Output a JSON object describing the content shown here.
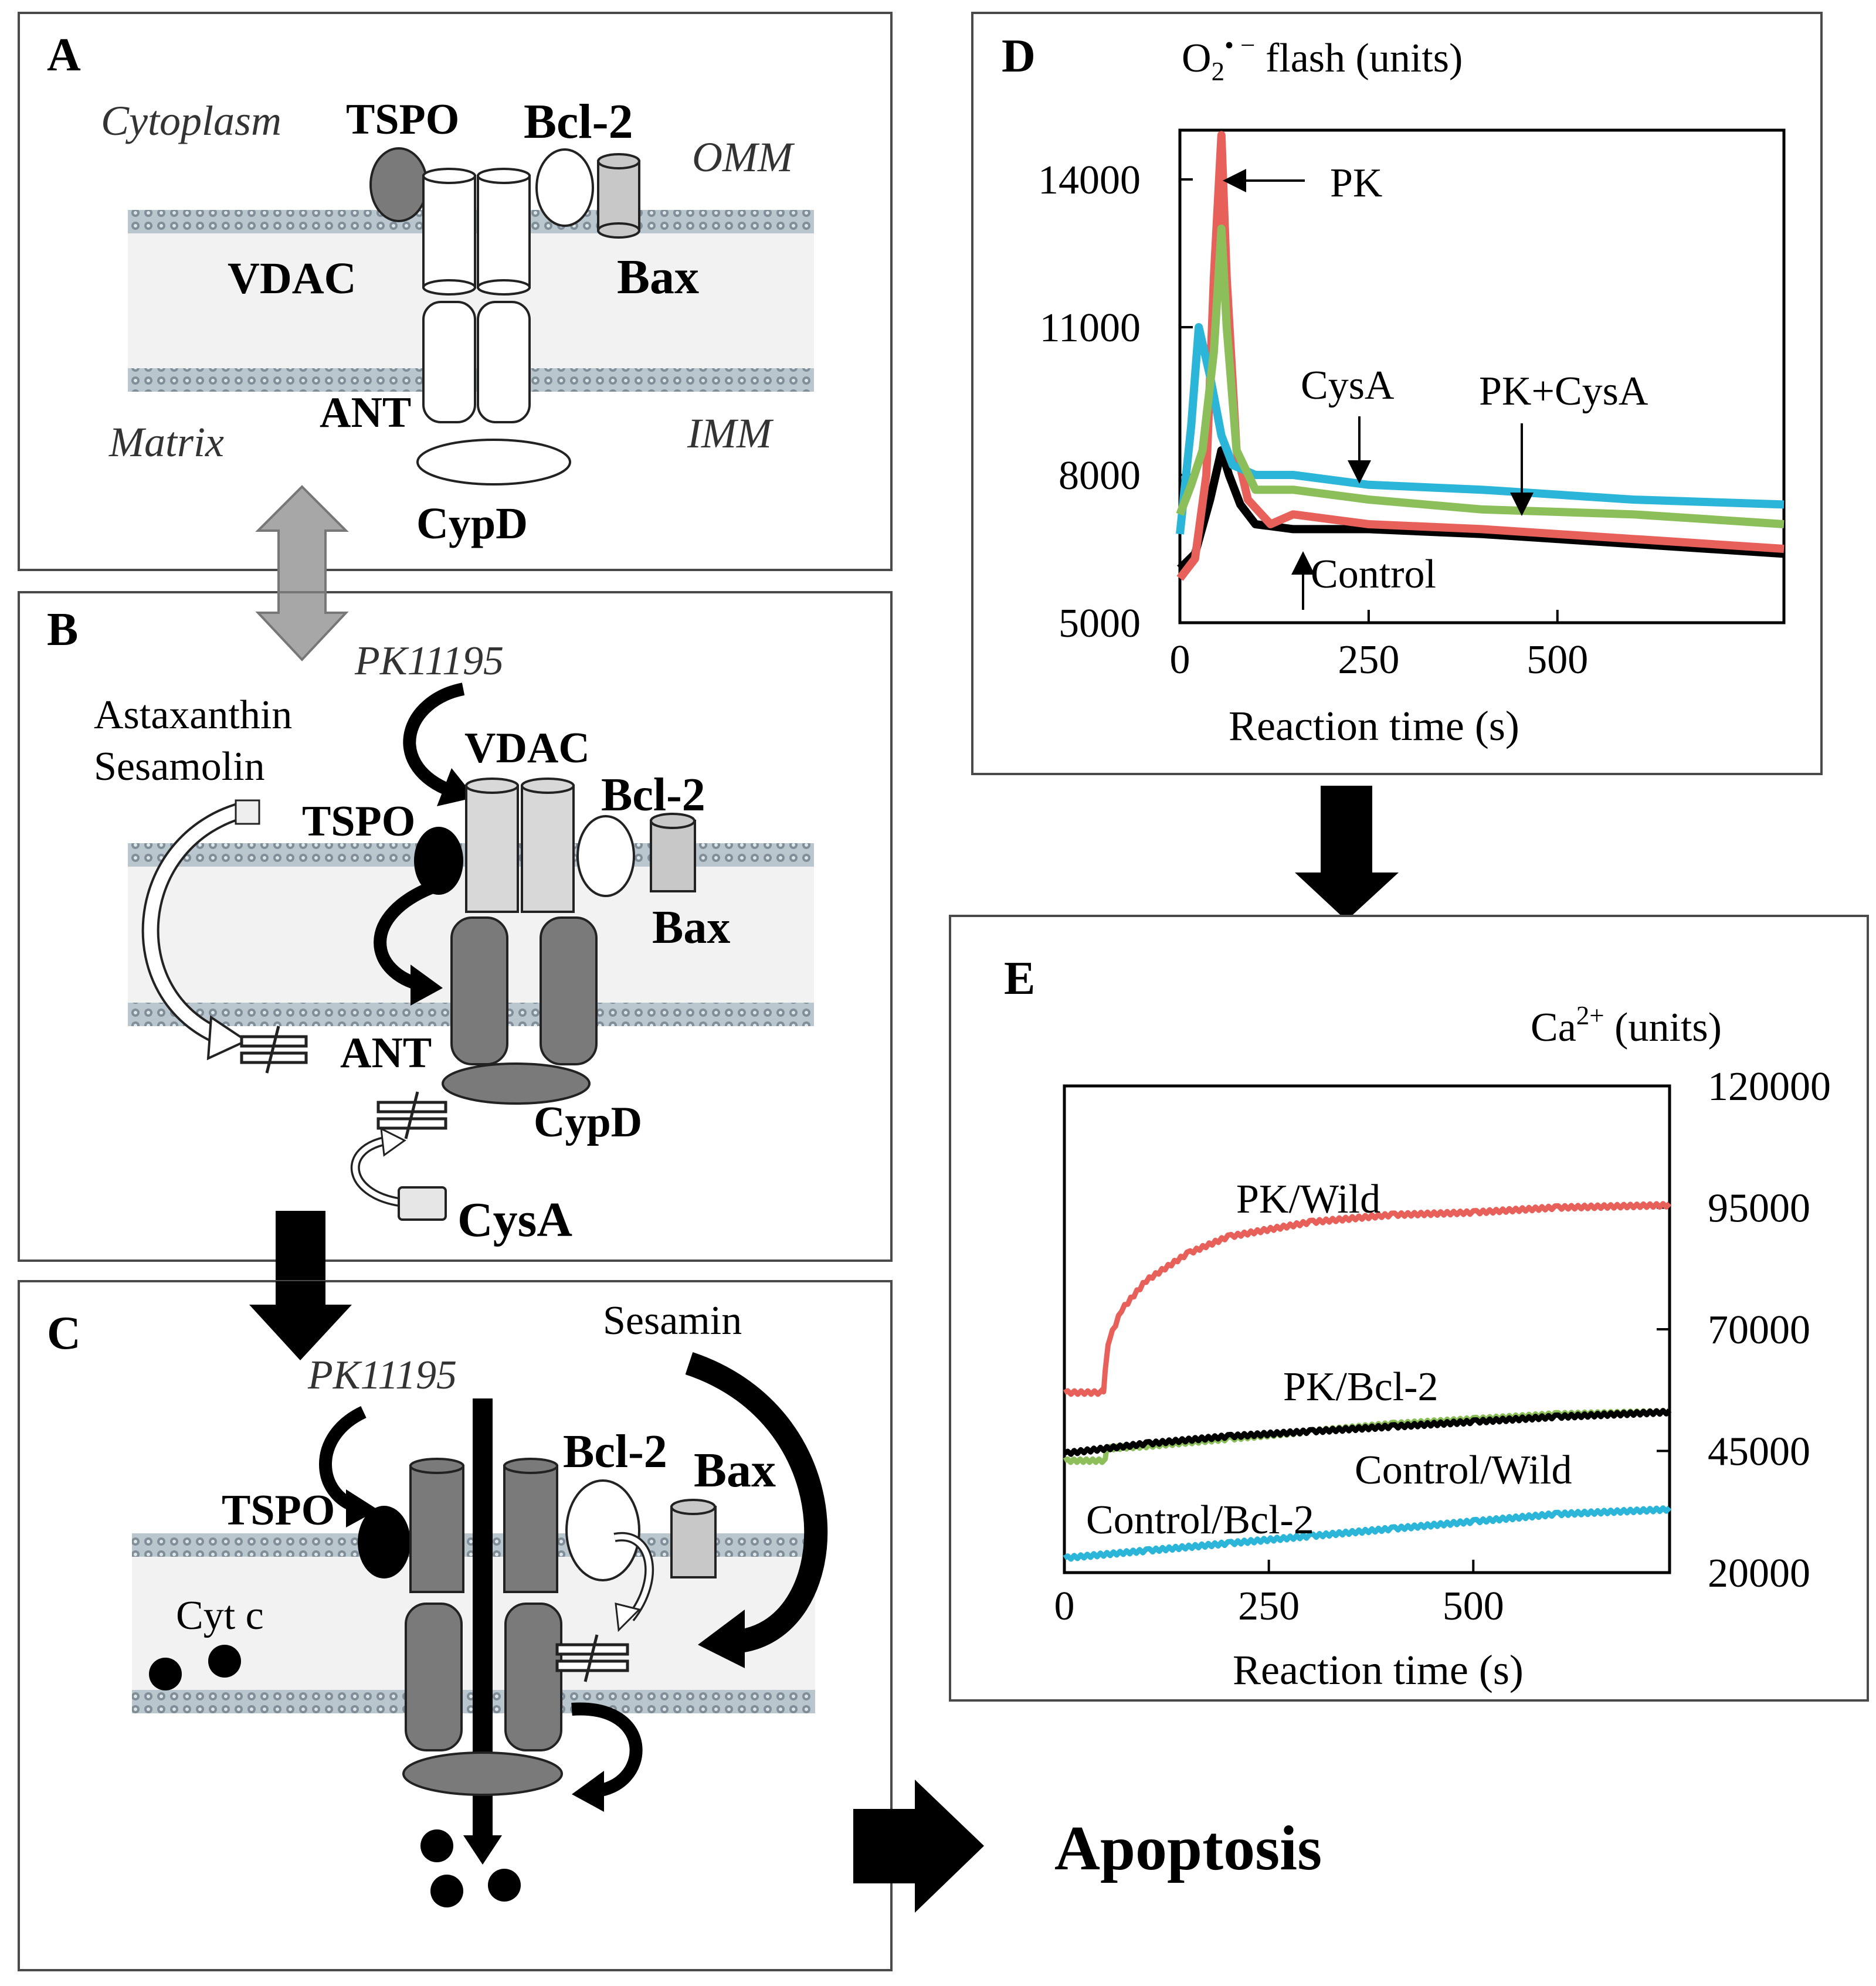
{
  "panels": {
    "A": {
      "label": "A",
      "cytoplasm": "Cytoplasm",
      "tspo": "TSPO",
      "bcl2": "Bcl-2",
      "omm": "OMM",
      "vdac": "VDAC",
      "bax": "Bax",
      "ant": "ANT",
      "matrix": "Matrix",
      "imm": "IMM",
      "cypd": "CypD"
    },
    "B": {
      "label": "B",
      "pk11195": "PK11195",
      "astaxanthin": "Astaxanthin",
      "sesamolin": "Sesamolin",
      "vdac": "VDAC",
      "bcl2": "Bcl-2",
      "tspo": "TSPO",
      "bax": "Bax",
      "ant": "ANT",
      "cypd": "CypD",
      "cysa": "CysA"
    },
    "C": {
      "label": "C",
      "sesamin": "Sesamin",
      "pk11195": "PK11195",
      "bcl2": "Bcl-2",
      "bax": "Bax",
      "tspo": "TSPO",
      "cytc": "Cyt c"
    },
    "D": {
      "label": "D",
      "ytitle_pre": "O",
      "ytitle_sub": "2",
      "ytitle_sup": "• −",
      "ytitle_post": " flash (units)",
      "xlabel": "Reaction time (s)",
      "annot_pk": "PK",
      "annot_cysa": "CysA",
      "annot_pkcysa": "PK+CysA",
      "annot_control": "Control"
    },
    "E": {
      "label": "E",
      "ytitle_pre": "Ca",
      "ytitle_sup": "2+",
      "ytitle_post": " (units)",
      "xlabel": "Reaction time (s)",
      "annot_pkwild": "PK/Wild",
      "annot_pkbcl2": "PK/Bcl-2",
      "annot_controlwild": "Control/Wild",
      "annot_controlbcl2": "Control/Bcl-2"
    },
    "apoptosis": "Apoptosis"
  },
  "colors": {
    "red": "#e8605a",
    "green": "#8cbf5a",
    "cyan": "#2bb5d8",
    "black": "#000000"
  },
  "chart_data": [
    {
      "type": "line",
      "panel": "D",
      "xlim": [
        0,
        800
      ],
      "ylim": [
        5000,
        15000
      ],
      "xticks": [
        0,
        250,
        500
      ],
      "yticks": [
        5000,
        8000,
        11000,
        14000
      ],
      "series": [
        {
          "name": "Control",
          "color": "black",
          "points": [
            [
              0,
              6100
            ],
            [
              20,
              6400
            ],
            [
              40,
              7500
            ],
            [
              55,
              8500
            ],
            [
              65,
              8000
            ],
            [
              80,
              7400
            ],
            [
              100,
              7000
            ],
            [
              150,
              6900
            ],
            [
              250,
              6900
            ],
            [
              400,
              6800
            ],
            [
              600,
              6600
            ],
            [
              800,
              6400
            ]
          ]
        },
        {
          "name": "PK",
          "color": "red",
          "points": [
            [
              0,
              5900
            ],
            [
              20,
              6300
            ],
            [
              35,
              8000
            ],
            [
              45,
              12000
            ],
            [
              55,
              14900
            ],
            [
              62,
              12000
            ],
            [
              75,
              8500
            ],
            [
              90,
              7500
            ],
            [
              120,
              7000
            ],
            [
              150,
              7200
            ],
            [
              250,
              7000
            ],
            [
              400,
              6900
            ],
            [
              600,
              6700
            ],
            [
              800,
              6500
            ]
          ]
        },
        {
          "name": "CysA",
          "color": "cyan",
          "points": [
            [
              0,
              6800
            ],
            [
              15,
              9000
            ],
            [
              25,
              11000
            ],
            [
              40,
              10000
            ],
            [
              55,
              8800
            ],
            [
              70,
              8200
            ],
            [
              100,
              8000
            ],
            [
              150,
              8000
            ],
            [
              250,
              7800
            ],
            [
              400,
              7700
            ],
            [
              600,
              7500
            ],
            [
              800,
              7400
            ]
          ]
        },
        {
          "name": "PK+CysA",
          "color": "green",
          "points": [
            [
              0,
              7200
            ],
            [
              15,
              7800
            ],
            [
              30,
              8500
            ],
            [
              45,
              10500
            ],
            [
              55,
              13000
            ],
            [
              62,
              11000
            ],
            [
              75,
              8500
            ],
            [
              100,
              7700
            ],
            [
              150,
              7700
            ],
            [
              250,
              7500
            ],
            [
              400,
              7300
            ],
            [
              600,
              7200
            ],
            [
              800,
              7000
            ]
          ]
        }
      ]
    },
    {
      "type": "line",
      "panel": "E",
      "xlim": [
        0,
        740
      ],
      "ylim": [
        20000,
        120000
      ],
      "xticks": [
        0,
        250,
        500
      ],
      "yticks": [
        20000,
        45000,
        70000,
        95000,
        120000
      ],
      "series": [
        {
          "name": "PK/Wild",
          "color": "red",
          "points": [
            [
              0,
              57000
            ],
            [
              45,
              57000
            ],
            [
              48,
              57500
            ],
            [
              52,
              65000
            ],
            [
              55,
              68000
            ],
            [
              70,
              74000
            ],
            [
              100,
              80000
            ],
            [
              150,
              85500
            ],
            [
              200,
              89000
            ],
            [
              300,
              92000
            ],
            [
              400,
              93500
            ],
            [
              500,
              94000
            ],
            [
              600,
              95000
            ],
            [
              740,
              95500
            ]
          ]
        },
        {
          "name": "PK/Bcl-2",
          "color": "green",
          "points": [
            [
              0,
              43000
            ],
            [
              50,
              43000
            ],
            [
              52,
              45500
            ],
            [
              100,
              46000
            ],
            [
              200,
              47500
            ],
            [
              300,
              49000
            ],
            [
              400,
              50500
            ],
            [
              500,
              51500
            ],
            [
              600,
              52500
            ],
            [
              740,
              53000
            ]
          ]
        },
        {
          "name": "Control/Wild",
          "color": "black",
          "points": [
            [
              0,
              44500
            ],
            [
              100,
              46500
            ],
            [
              200,
              48000
            ],
            [
              300,
              49000
            ],
            [
              400,
              50000
            ],
            [
              500,
              51000
            ],
            [
              600,
              52000
            ],
            [
              740,
              53000
            ]
          ]
        },
        {
          "name": "Control/Bcl-2",
          "color": "cyan",
          "points": [
            [
              0,
              23000
            ],
            [
              100,
              24500
            ],
            [
              200,
              26000
            ],
            [
              300,
              27500
            ],
            [
              400,
              29000
            ],
            [
              500,
              30500
            ],
            [
              600,
              32000
            ],
            [
              740,
              33000
            ]
          ]
        }
      ]
    }
  ]
}
